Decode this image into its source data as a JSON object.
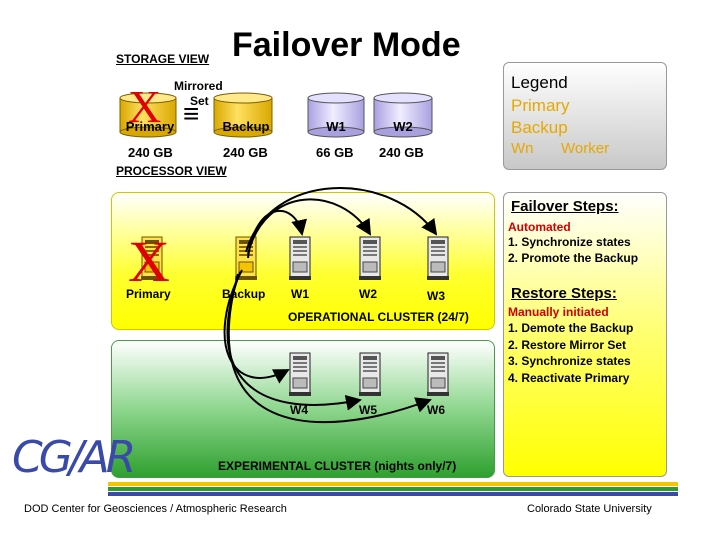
{
  "title": "Failover Mode",
  "storage_view": {
    "label": "STORAGE VIEW",
    "mirrored_set": [
      "Mirrored",
      "Set"
    ],
    "disks": [
      {
        "label": "Primary",
        "size": "240 GB",
        "failed": true
      },
      {
        "label": "Backup",
        "size": "240 GB"
      },
      {
        "label": "W1",
        "size": "66 GB"
      },
      {
        "label": "W2",
        "size": "240 GB"
      }
    ],
    "equiv_symbol": "≡",
    "fail_mark": "X"
  },
  "processor_view": {
    "label": "PROCESSOR VIEW"
  },
  "legend": {
    "title": "Legend",
    "primary": "Primary",
    "backup": "Backup",
    "wn": "Wn",
    "worker": "Worker"
  },
  "operational_cluster": {
    "label": "OPERATIONAL CLUSTER (24/7)",
    "servers": [
      "Primary",
      "Backup",
      "W1",
      "W2",
      "W3"
    ]
  },
  "experimental_cluster": {
    "label": "EXPERIMENTAL CLUSTER (nights only/7)",
    "servers": [
      "W4",
      "W5",
      "W6"
    ]
  },
  "failover_steps": {
    "title": "Failover Steps:",
    "mode": "Automated",
    "items": [
      "1. Synchronize states",
      "2. Promote the Backup"
    ]
  },
  "restore_steps": {
    "title": "Restore Steps:",
    "mode": "Manually initiated",
    "items": [
      "1. Demote the Backup",
      "2. Restore Mirror Set",
      "3. Synchronize states",
      "4. Reactivate Primary"
    ]
  },
  "footer": {
    "left": "DOD Center for Geosciences / Atmospheric Research",
    "right": "Colorado State University",
    "logo": "CG/AR"
  },
  "colors": {
    "disk_gold": "#f5c400",
    "disk_purple": "#c8c2f0",
    "fail_red": "#e00000",
    "legend_text": "#e6a800",
    "steps_red": "#d00000"
  }
}
